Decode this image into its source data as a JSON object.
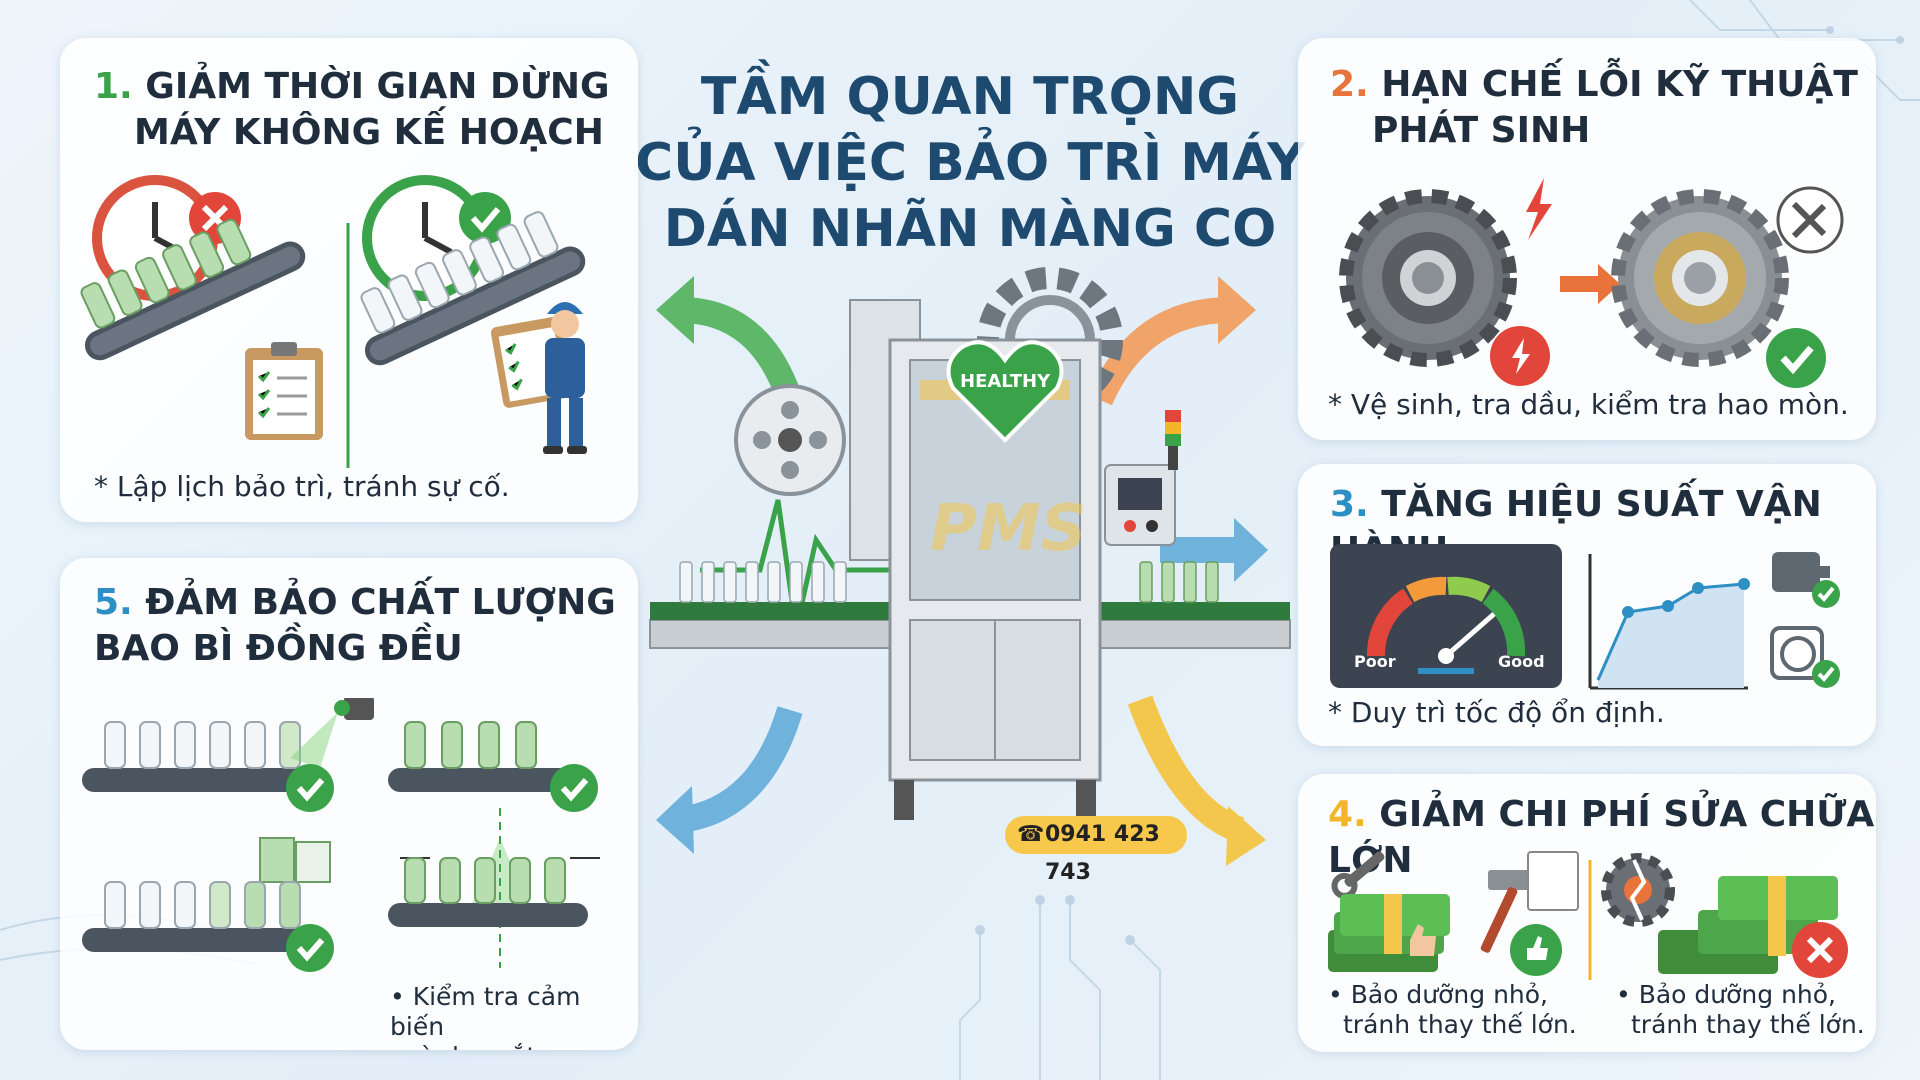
{
  "title": {
    "line1": "TẦM QUAN TRỌNG",
    "line2": "CỦA VIỆC BẢO TRÌ MÁY",
    "line3": "DÁN NHÃN MÀNG CO"
  },
  "colors": {
    "title": "#1d4a6e",
    "green": "#3aa34a",
    "orange": "#e8743b",
    "blue": "#2d8fc4",
    "yellow": "#f3b62b",
    "red": "#e2463a"
  },
  "center": {
    "heart_label": "HEALTHY",
    "watermark": "PMS",
    "phone": "0941 423 743",
    "phone_icon": "phone-icon"
  },
  "cards": {
    "c1": {
      "number": "1.",
      "title_line1": "GIẢM THỜI GIAN DỪNG",
      "title_line2": "MÁY KHÔNG KẾ HOẠCH",
      "note": "* Lập lịch bảo trì, tránh sự cố.",
      "icons": [
        "clock-icon",
        "cross-icon",
        "check-icon",
        "clipboard-icon",
        "worker-icon"
      ]
    },
    "c2": {
      "number": "2.",
      "title_line1": "HẠN CHẾ LỖI KỸ THUẬT",
      "title_line2": "PHÁT SINH",
      "note": "* Vệ sinh, tra dầu, kiểm tra hao mòn.",
      "icons": [
        "gear-icon",
        "lightning-icon",
        "wrench-icon",
        "check-icon"
      ]
    },
    "c3": {
      "number": "3.",
      "title": "TĂNG HIỆU SUẤT VẬN HÀNH",
      "gauge_poor": "Poor",
      "gauge_good": "Good",
      "note": "* Duy trì tốc độ ổn định.",
      "icons": [
        "gauge-icon",
        "line-chart-icon",
        "motor-icon",
        "fan-icon"
      ]
    },
    "c4": {
      "number": "4.",
      "title": "GIẢM CHI PHÍ SỬA CHỮA LỚN",
      "note_left_line1": "• Bảo dưỡng nhỏ,",
      "note_left_line2": "tránh thay thế lớn.",
      "note_right_line1": "• Bảo dưỡng nhỏ,",
      "note_right_line2": "tránh thay thế lớn.",
      "icons": [
        "money-icon",
        "wrench-icon",
        "thumbs-up-icon",
        "hammer-icon",
        "broken-gear-icon",
        "cross-icon"
      ]
    },
    "c5": {
      "number": "5.",
      "title_line1": "ĐẢM BẢO CHẤT LƯỢNG",
      "title_line2": "BAO BÌ ĐỒNG ĐỀU",
      "note_line1": "• Kiểm tra cảm biến",
      "note_line2": "và dao cắt.",
      "icons": [
        "bottle-icon",
        "camera-sensor-icon",
        "check-icon",
        "label-roll-icon"
      ]
    }
  }
}
